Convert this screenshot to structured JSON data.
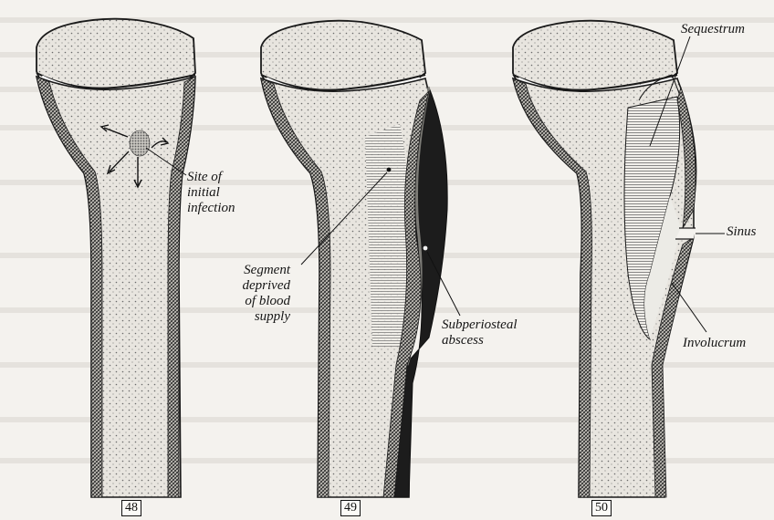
{
  "figures": {
    "fig48": {
      "number": "48",
      "label_site": "Site of\ninitial\ninfection"
    },
    "fig49": {
      "number": "49",
      "label_segment": "Segment\ndeprived\nof blood\nsupply",
      "label_abscess": "Subperiosteal\nabscess"
    },
    "fig50": {
      "number": "50",
      "label_sequestrum": "Sequestrum",
      "label_sinus": "Sinus",
      "label_involucrum": "Involucrum"
    }
  },
  "colors": {
    "background": "#f4f2ee",
    "ink": "#151515",
    "bone_fill": "#e6e3dd",
    "cortex_hatch": "#3a3a3a",
    "abscess": "#1c1c1c",
    "faded_text": "#d9d6d0"
  }
}
